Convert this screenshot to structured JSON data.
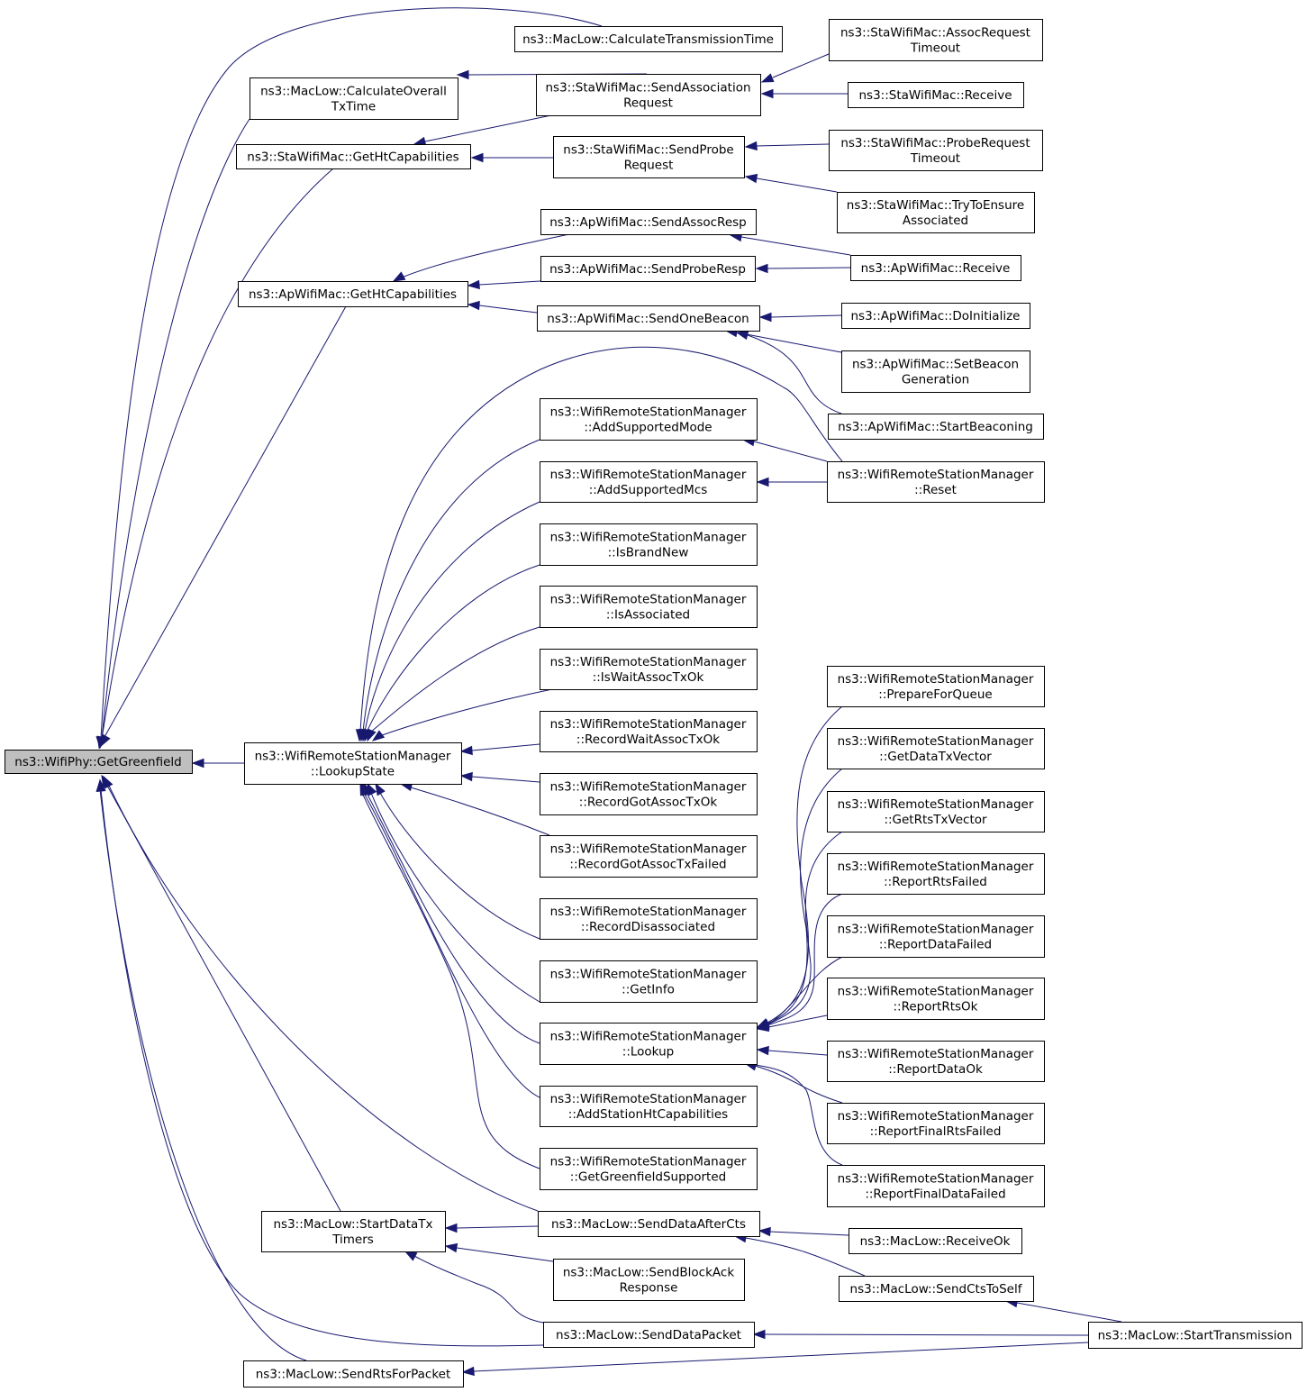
{
  "colors": {
    "edge": "#191970",
    "node_border": "#000000",
    "node_border_truncated": "#ff0000",
    "root_fill": "#bfbfbf",
    "node_fill": "#ffffff"
  },
  "nodes": [
    {
      "id": "root",
      "lines": [
        "ns3::WifiPhy::GetGreenfield"
      ],
      "style": "root"
    },
    {
      "id": "calcTx",
      "lines": [
        "ns3::MacLow::CalculateTransmissionTime"
      ],
      "style": "normal"
    },
    {
      "id": "calcOverall",
      "lines": [
        "ns3::MacLow::CalculateOverall",
        "TxTime"
      ],
      "style": "normal"
    },
    {
      "id": "staHt",
      "lines": [
        "ns3::StaWifiMac::GetHtCapabilities"
      ],
      "style": "normal"
    },
    {
      "id": "apHt",
      "lines": [
        "ns3::ApWifiMac::GetHtCapabilities"
      ],
      "style": "normal"
    },
    {
      "id": "lookupState",
      "lines": [
        "ns3::WifiRemoteStationManager",
        "::LookupState"
      ],
      "style": "normal"
    },
    {
      "id": "startDataTx",
      "lines": [
        "ns3::MacLow::StartDataTx",
        "Timers"
      ],
      "style": "normal"
    },
    {
      "id": "sendRts",
      "lines": [
        "ns3::MacLow::SendRtsForPacket"
      ],
      "style": "normal"
    },
    {
      "id": "sendAssocReq",
      "lines": [
        "ns3::StaWifiMac::SendAssociation",
        "Request"
      ],
      "style": "normal"
    },
    {
      "id": "sendProbeReq",
      "lines": [
        "ns3::StaWifiMac::SendProbe",
        "Request"
      ],
      "style": "normal"
    },
    {
      "id": "sendAssocResp",
      "lines": [
        "ns3::ApWifiMac::SendAssocResp"
      ],
      "style": "normal"
    },
    {
      "id": "sendProbeResp",
      "lines": [
        "ns3::ApWifiMac::SendProbeResp"
      ],
      "style": "normal"
    },
    {
      "id": "sendOneBeacon",
      "lines": [
        "ns3::ApWifiMac::SendOneBeacon"
      ],
      "style": "normal"
    },
    {
      "id": "addSupportedMode",
      "lines": [
        "ns3::WifiRemoteStationManager",
        "::AddSupportedMode"
      ],
      "style": "normal"
    },
    {
      "id": "addSupportedMcs",
      "lines": [
        "ns3::WifiRemoteStationManager",
        "::AddSupportedMcs"
      ],
      "style": "normal"
    },
    {
      "id": "isBrandNew",
      "lines": [
        "ns3::WifiRemoteStationManager",
        "::IsBrandNew"
      ],
      "style": "normal"
    },
    {
      "id": "isAssociated",
      "lines": [
        "ns3::WifiRemoteStationManager",
        "::IsAssociated"
      ],
      "style": "normal"
    },
    {
      "id": "isWaitAssocTxOk",
      "lines": [
        "ns3::WifiRemoteStationManager",
        "::IsWaitAssocTxOk"
      ],
      "style": "normal"
    },
    {
      "id": "recordWaitAssocTxOk",
      "lines": [
        "ns3::WifiRemoteStationManager",
        "::RecordWaitAssocTxOk"
      ],
      "style": "normal"
    },
    {
      "id": "recordGotAssocTxOk",
      "lines": [
        "ns3::WifiRemoteStationManager",
        "::RecordGotAssocTxOk"
      ],
      "style": "normal"
    },
    {
      "id": "recordGotAssocTxFailed",
      "lines": [
        "ns3::WifiRemoteStationManager",
        "::RecordGotAssocTxFailed"
      ],
      "style": "normal"
    },
    {
      "id": "recordDisassociated",
      "lines": [
        "ns3::WifiRemoteStationManager",
        "::RecordDisassociated"
      ],
      "style": "normal"
    },
    {
      "id": "getInfo",
      "lines": [
        "ns3::WifiRemoteStationManager",
        "::GetInfo"
      ],
      "style": "normal"
    },
    {
      "id": "lookup",
      "lines": [
        "ns3::WifiRemoteStationManager",
        "::Lookup"
      ],
      "style": "truncated"
    },
    {
      "id": "addStationHt",
      "lines": [
        "ns3::WifiRemoteStationManager",
        "::AddStationHtCapabilities"
      ],
      "style": "normal"
    },
    {
      "id": "getGreenfieldSupported",
      "lines": [
        "ns3::WifiRemoteStationManager",
        "::GetGreenfieldSupported"
      ],
      "style": "normal"
    },
    {
      "id": "sendDataAfterCts",
      "lines": [
        "ns3::MacLow::SendDataAfterCts"
      ],
      "style": "normal"
    },
    {
      "id": "sendBlockAck",
      "lines": [
        "ns3::MacLow::SendBlockAck",
        "Response"
      ],
      "style": "truncated"
    },
    {
      "id": "sendDataPacket",
      "lines": [
        "ns3::MacLow::SendDataPacket"
      ],
      "style": "normal"
    },
    {
      "id": "assocReqTimeout",
      "lines": [
        "ns3::StaWifiMac::AssocRequest",
        "Timeout"
      ],
      "style": "normal"
    },
    {
      "id": "staReceive",
      "lines": [
        "ns3::StaWifiMac::Receive"
      ],
      "style": "normal"
    },
    {
      "id": "probeReqTimeout",
      "lines": [
        "ns3::StaWifiMac::ProbeRequest",
        "Timeout"
      ],
      "style": "normal"
    },
    {
      "id": "tryToEnsure",
      "lines": [
        "ns3::StaWifiMac::TryToEnsure",
        "Associated"
      ],
      "style": "truncated"
    },
    {
      "id": "apReceive",
      "lines": [
        "ns3::ApWifiMac::Receive"
      ],
      "style": "normal"
    },
    {
      "id": "doInitialize",
      "lines": [
        "ns3::ApWifiMac::DoInitialize"
      ],
      "style": "normal"
    },
    {
      "id": "setBeaconGen",
      "lines": [
        "ns3::ApWifiMac::SetBeacon",
        "Generation"
      ],
      "style": "truncated"
    },
    {
      "id": "startBeaconing",
      "lines": [
        "ns3::ApWifiMac::StartBeaconing"
      ],
      "style": "normal"
    },
    {
      "id": "reset",
      "lines": [
        "ns3::WifiRemoteStationManager",
        "::Reset"
      ],
      "style": "normal"
    },
    {
      "id": "prepareForQueue",
      "lines": [
        "ns3::WifiRemoteStationManager",
        "::PrepareForQueue"
      ],
      "style": "normal"
    },
    {
      "id": "getDataTxVector",
      "lines": [
        "ns3::WifiRemoteStationManager",
        "::GetDataTxVector"
      ],
      "style": "normal"
    },
    {
      "id": "getRtsTxVector",
      "lines": [
        "ns3::WifiRemoteStationManager",
        "::GetRtsTxVector"
      ],
      "style": "normal"
    },
    {
      "id": "reportRtsFailed",
      "lines": [
        "ns3::WifiRemoteStationManager",
        "::ReportRtsFailed"
      ],
      "style": "normal"
    },
    {
      "id": "reportDataFailed",
      "lines": [
        "ns3::WifiRemoteStationManager",
        "::ReportDataFailed"
      ],
      "style": "normal"
    },
    {
      "id": "reportRtsOk",
      "lines": [
        "ns3::WifiRemoteStationManager",
        "::ReportRtsOk"
      ],
      "style": "normal"
    },
    {
      "id": "reportDataOk",
      "lines": [
        "ns3::WifiRemoteStationManager",
        "::ReportDataOk"
      ],
      "style": "normal"
    },
    {
      "id": "reportFinalRtsFailed",
      "lines": [
        "ns3::WifiRemoteStationManager",
        "::ReportFinalRtsFailed"
      ],
      "style": "normal"
    },
    {
      "id": "reportFinalDataFailed",
      "lines": [
        "ns3::WifiRemoteStationManager",
        "::ReportFinalDataFailed"
      ],
      "style": "normal"
    },
    {
      "id": "receiveOk",
      "lines": [
        "ns3::MacLow::ReceiveOk"
      ],
      "style": "truncated"
    },
    {
      "id": "sendCtsToSelf",
      "lines": [
        "ns3::MacLow::SendCtsToSelf"
      ],
      "style": "normal"
    },
    {
      "id": "startTransmission",
      "lines": [
        "ns3::MacLow::StartTransmission"
      ],
      "style": "normal"
    }
  ],
  "edges": [
    {
      "from": "calcTx",
      "to": "root"
    },
    {
      "from": "calcOverall",
      "to": "root"
    },
    {
      "from": "staHt",
      "to": "root"
    },
    {
      "from": "apHt",
      "to": "root"
    },
    {
      "from": "lookupState",
      "to": "root"
    },
    {
      "from": "startDataTx",
      "to": "root"
    },
    {
      "from": "sendDataAfterCts",
      "to": "root"
    },
    {
      "from": "sendDataPacket",
      "to": "root"
    },
    {
      "from": "sendRts",
      "to": "root"
    },
    {
      "from": "sendAssocReq",
      "to": "calcOverall"
    },
    {
      "from": "sendAssocReq",
      "to": "staHt"
    },
    {
      "from": "sendProbeReq",
      "to": "staHt"
    },
    {
      "from": "assocReqTimeout",
      "to": "sendAssocReq"
    },
    {
      "from": "staReceive",
      "to": "sendAssocReq"
    },
    {
      "from": "probeReqTimeout",
      "to": "sendProbeReq"
    },
    {
      "from": "tryToEnsure",
      "to": "sendProbeReq"
    },
    {
      "from": "sendAssocResp",
      "to": "apHt"
    },
    {
      "from": "sendProbeResp",
      "to": "apHt"
    },
    {
      "from": "sendOneBeacon",
      "to": "apHt"
    },
    {
      "from": "apReceive",
      "to": "sendAssocResp"
    },
    {
      "from": "apReceive",
      "to": "sendProbeResp"
    },
    {
      "from": "doInitialize",
      "to": "sendOneBeacon"
    },
    {
      "from": "setBeaconGen",
      "to": "sendOneBeacon"
    },
    {
      "from": "startBeaconing",
      "to": "sendOneBeacon"
    },
    {
      "from": "reset",
      "to": "lookupState"
    },
    {
      "from": "addSupportedMode",
      "to": "lookupState"
    },
    {
      "from": "addSupportedMcs",
      "to": "lookupState"
    },
    {
      "from": "isBrandNew",
      "to": "lookupState"
    },
    {
      "from": "isAssociated",
      "to": "lookupState"
    },
    {
      "from": "isWaitAssocTxOk",
      "to": "lookupState"
    },
    {
      "from": "recordWaitAssocTxOk",
      "to": "lookupState"
    },
    {
      "from": "recordGotAssocTxOk",
      "to": "lookupState"
    },
    {
      "from": "recordGotAssocTxFailed",
      "to": "lookupState"
    },
    {
      "from": "recordDisassociated",
      "to": "lookupState"
    },
    {
      "from": "getInfo",
      "to": "lookupState"
    },
    {
      "from": "lookup",
      "to": "lookupState"
    },
    {
      "from": "addStationHt",
      "to": "lookupState"
    },
    {
      "from": "getGreenfieldSupported",
      "to": "lookupState"
    },
    {
      "from": "reset",
      "to": "addSupportedMode"
    },
    {
      "from": "reset",
      "to": "addSupportedMcs"
    },
    {
      "from": "prepareForQueue",
      "to": "lookup"
    },
    {
      "from": "getDataTxVector",
      "to": "lookup"
    },
    {
      "from": "getRtsTxVector",
      "to": "lookup"
    },
    {
      "from": "reportRtsFailed",
      "to": "lookup"
    },
    {
      "from": "reportDataFailed",
      "to": "lookup"
    },
    {
      "from": "reportRtsOk",
      "to": "lookup"
    },
    {
      "from": "reportDataOk",
      "to": "lookup"
    },
    {
      "from": "reportFinalRtsFailed",
      "to": "lookup"
    },
    {
      "from": "reportFinalDataFailed",
      "to": "lookup"
    },
    {
      "from": "sendDataAfterCts",
      "to": "startDataTx"
    },
    {
      "from": "sendBlockAck",
      "to": "startDataTx"
    },
    {
      "from": "sendDataPacket",
      "to": "startDataTx"
    },
    {
      "from": "receiveOk",
      "to": "sendDataAfterCts"
    },
    {
      "from": "sendCtsToSelf",
      "to": "sendDataAfterCts"
    },
    {
      "from": "startTransmission",
      "to": "sendCtsToSelf"
    },
    {
      "from": "startTransmission",
      "to": "sendDataPacket"
    },
    {
      "from": "startTransmission",
      "to": "sendRts"
    }
  ]
}
